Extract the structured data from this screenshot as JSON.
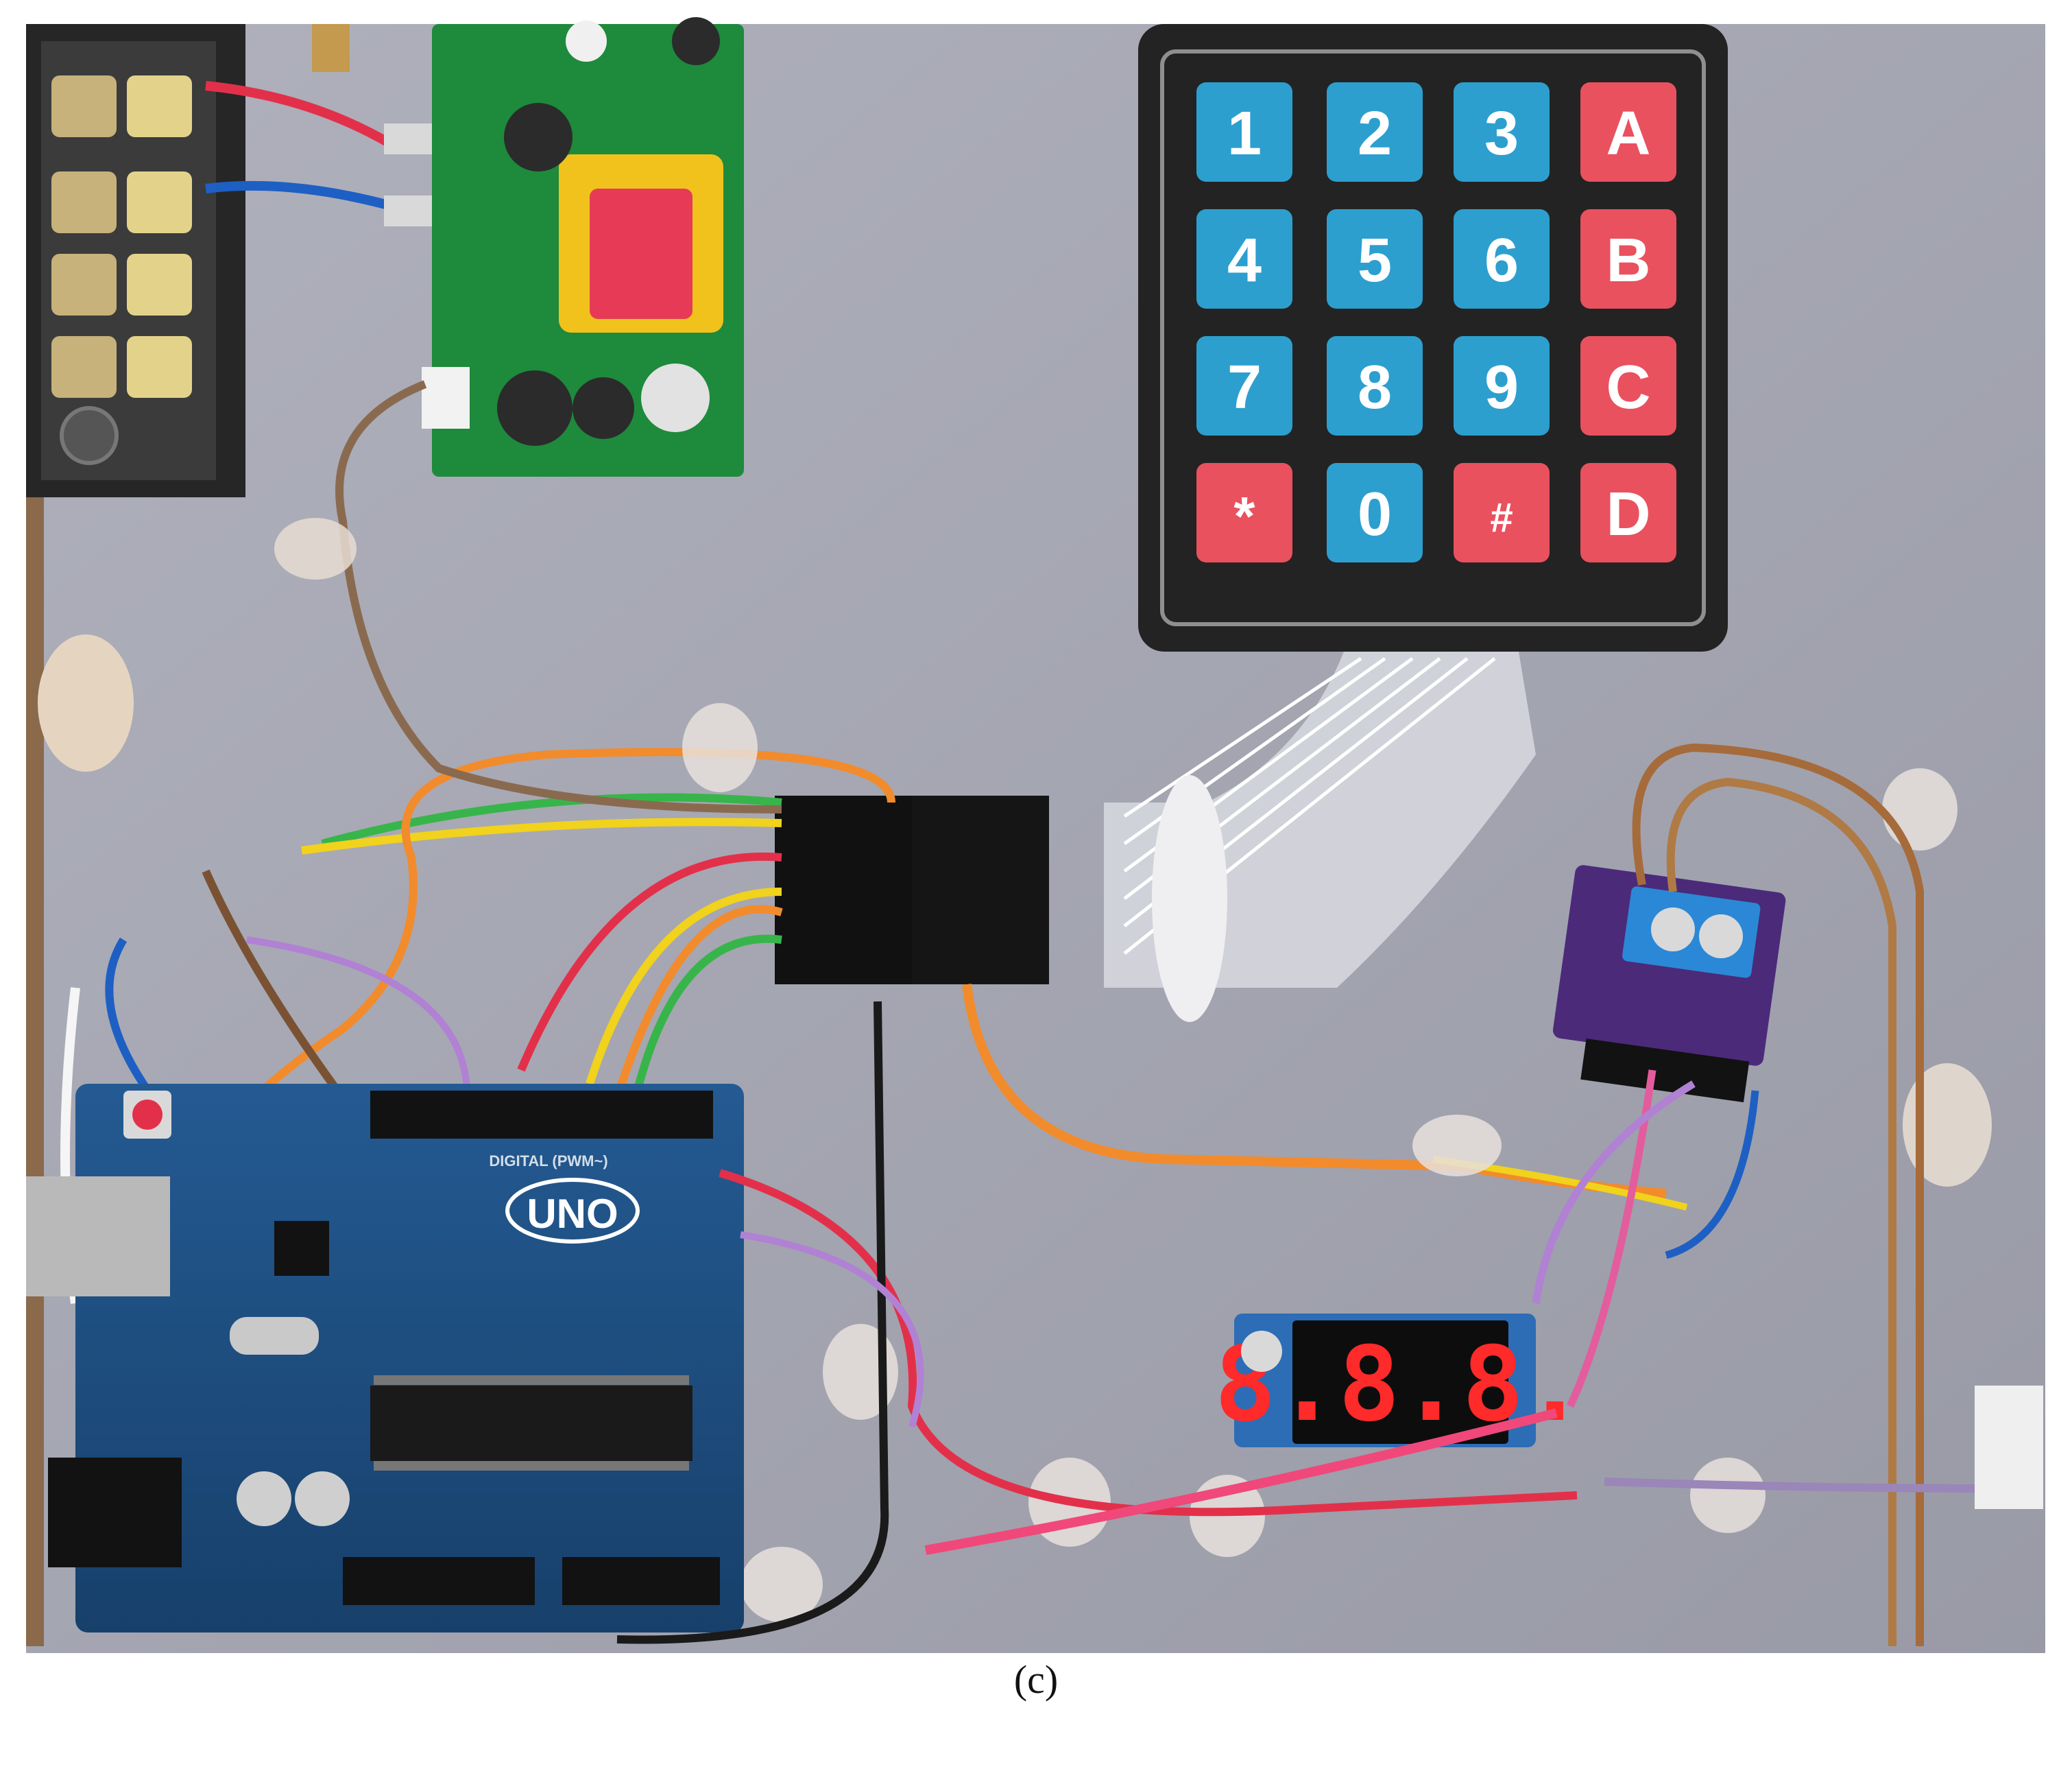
{
  "colors": {
    "background_panel": "#a7a8b4",
    "keypad_frame": "#232323",
    "key_blue": "#2c9fcf",
    "key_red": "#e9515e",
    "arduino_board": "#1d4f83",
    "power_board": "#1c8a3a",
    "transformer": "#e23a57",
    "sensor_board": "#4b2a7a",
    "terminal_block": "#2a2a2a",
    "display_board": "#2c6db5",
    "segment_red": "#ff2a2a"
  },
  "keypad": {
    "rows": [
      [
        "1",
        "2",
        "3",
        "A"
      ],
      [
        "4",
        "5",
        "6",
        "B"
      ],
      [
        "7",
        "8",
        "9",
        "C"
      ],
      [
        "*",
        "0",
        "#",
        "D"
      ]
    ],
    "red_keys": [
      "A",
      "B",
      "C",
      "D",
      "*",
      "#"
    ]
  },
  "arduino": {
    "logo": "UNO",
    "header_label": "DIGITAL (PWM~)"
  },
  "display": {
    "readout": "8.8.8."
  },
  "caption": "(c)"
}
